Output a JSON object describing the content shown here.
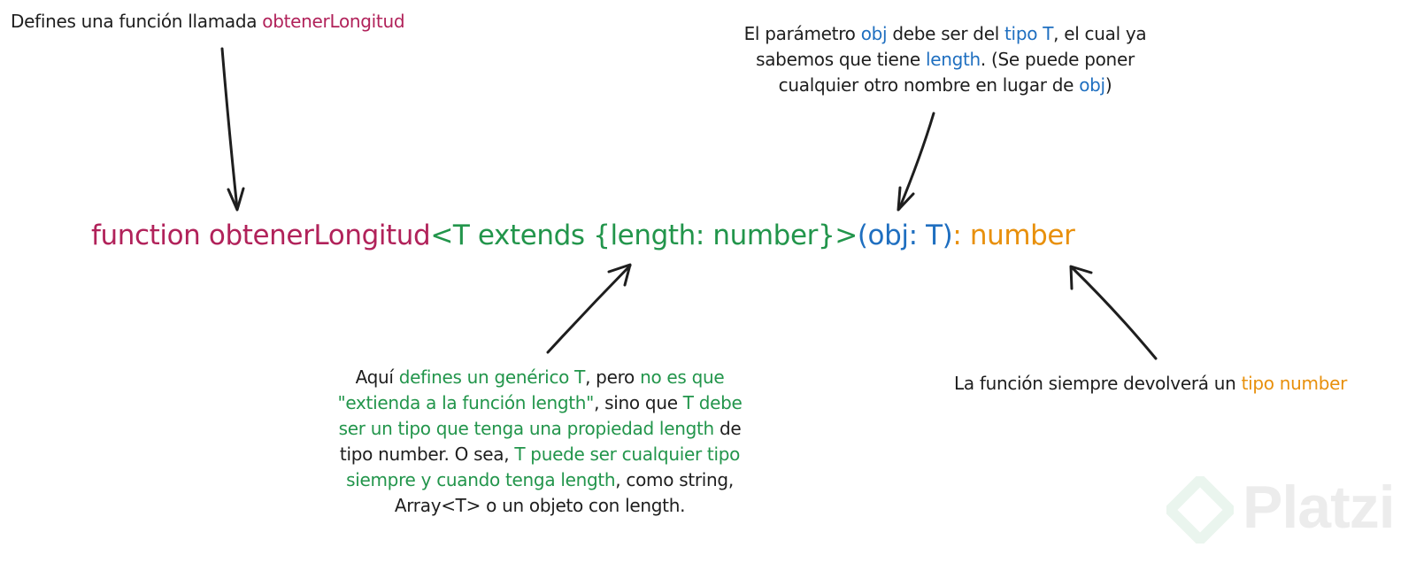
{
  "top_left_note": {
    "text": "Defines una función llamada ",
    "highlight": "obtenerLongitud"
  },
  "top_right_note": {
    "line1_a": "El parámetro ",
    "line1_b": "obj",
    "line1_c": " debe ser del ",
    "line1_d": "tipo T",
    "line1_e": ", el cual ya",
    "line2_a": "sabemos que tiene ",
    "line2_b": "length",
    "line2_c": ". (Se puede poner",
    "line3_a": "cualquier otro nombre en lugar de ",
    "line3_b": "obj",
    "line3_c": ")"
  },
  "code": {
    "keyword": "function obtenerLongitud",
    "generic": "<T extends {length: number}>",
    "params": "(obj: T)",
    "return_type": ": number"
  },
  "bottom_center_note": {
    "l1_a": "Aquí ",
    "l1_b": "defines un genérico T",
    "l1_c": ", pero ",
    "l1_d": "no es que",
    "l2_a": "\"extienda a la función length\"",
    "l2_b": ", sino que ",
    "l2_c": "T debe",
    "l3_a": "ser un tipo que tenga una propiedad length",
    "l3_b": " de",
    "l4_a": "tipo number. O sea, ",
    "l4_b": "T puede ser cualquier tipo",
    "l5_a": "siempre y cuando tenga length",
    "l5_b": ", como string,",
    "l6_a": "Array<T> o un objeto con length."
  },
  "bottom_right_note": {
    "text": "La función siempre devolverá un ",
    "highlight": "tipo number"
  },
  "watermark": {
    "text": "Platzi",
    "icon": "platzi-logo-icon"
  },
  "colors": {
    "function_name": "#b1225a",
    "generic": "#22954b",
    "parameter": "#1f6fc0",
    "return_type": "#e8900c",
    "text": "#1e1e1e"
  }
}
